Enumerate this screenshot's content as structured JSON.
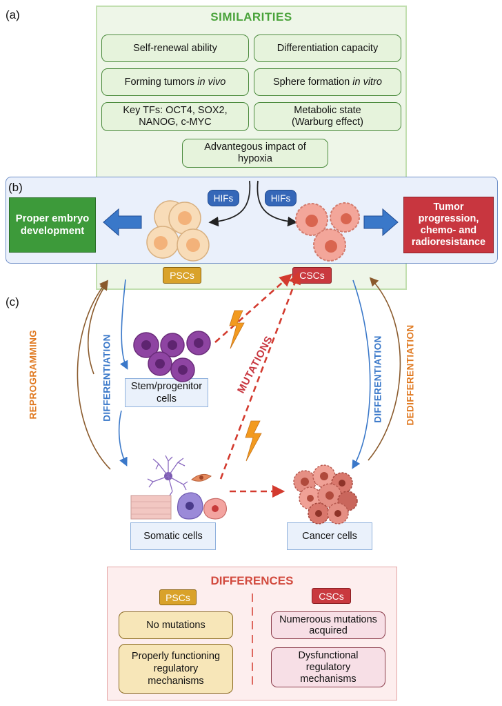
{
  "panels": {
    "a": "(a)",
    "b": "(b)",
    "c": "(c)"
  },
  "similarities": {
    "title": "SIMILARITIES",
    "self_renewal": "Self-renewal ability",
    "differentiation": "Differentiation capacity",
    "forming_tumors": "Forming tumors",
    "forming_tumors_italic": "in vivo",
    "sphere_formation": "Sphere formation",
    "sphere_formation_italic": "in vitro",
    "key_tfs_line1": "Key TFs: OCT4, SOX2,",
    "key_tfs_line2": "NANOG, c-MYC",
    "metabolic_line1": "Metabolic state",
    "metabolic_line2": "(Warburg effect)",
    "hypoxia_line1": "Advantegous impact of",
    "hypoxia_line2": "hypoxia"
  },
  "panel_b": {
    "hifs_left": "HIFs",
    "hifs_right": "HIFs",
    "proper_embryo_line1": "Proper embryo",
    "proper_embryo_line2": "development",
    "tumor_line1": "Tumor",
    "tumor_line2": "progression,",
    "tumor_line3": "chemo- and",
    "tumor_line4": "radioresistance",
    "pscs": "PSCs",
    "cscs": "CSCs"
  },
  "panel_c": {
    "reprogramming": "REPROGRAMMING",
    "differentiation_left": "DIFFERENTIATION",
    "differentiation_right": "DIFFERENTIATION",
    "dedifferentiation": "DEDIFFERENTIATION",
    "mutations": "MUTATIONS",
    "stem_line1": "Stem/progenitor",
    "stem_line2": "cells",
    "somatic": "Somatic cells",
    "cancer": "Cancer cells"
  },
  "differences": {
    "title": "DIFFERENCES",
    "pscs_tag": "PSCs",
    "cscs_tag": "CSCs",
    "no_mutations": "No mutations",
    "numerous_line1": "Numeroous mutations",
    "numerous_line2": "acquired",
    "proper_line1": "Properly functioning",
    "proper_line2": "regulatory",
    "proper_line3": "mechanisms",
    "dys_line1": "Dysfunctional",
    "dys_line2": "regulatory",
    "dys_line3": "mechanisms"
  },
  "colors": {
    "green": "#3d9a3a",
    "red": "#c8363f",
    "blue_arrow": "#3a78c9",
    "orange": "#e07a22",
    "psc_tag": "#d9a22a",
    "csc_tag": "#c9393f"
  }
}
